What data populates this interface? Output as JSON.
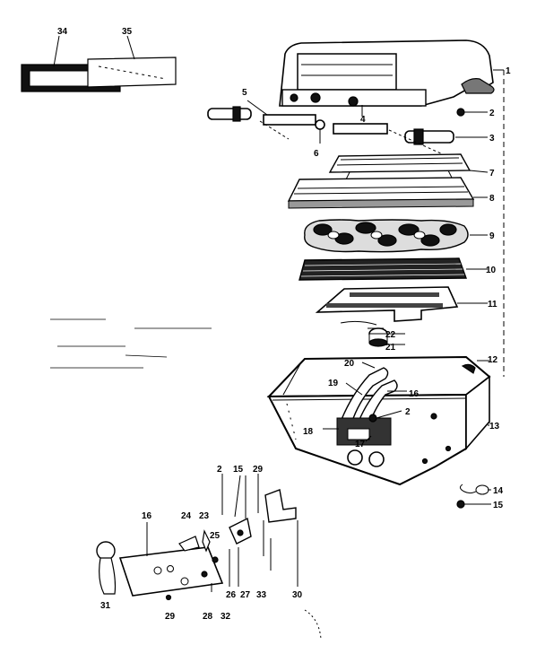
{
  "callouts": {
    "c1": "1",
    "c2a": "2",
    "c3": "3",
    "c4": "4",
    "c5": "5",
    "c6": "6",
    "c7": "7",
    "c8": "8",
    "c9": "9",
    "c10": "10",
    "c11": "11",
    "c12": "12",
    "c13": "13",
    "c14": "14",
    "c15a": "15",
    "c16a": "16",
    "c17": "17",
    "c18": "18",
    "c19": "19",
    "c20": "20",
    "c21": "21",
    "c22": "22",
    "c2b": "2",
    "c34": "34",
    "c35": "35",
    "c2c": "2",
    "c15b": "15",
    "c29a": "29",
    "c16b": "16",
    "c24": "24",
    "c23": "23",
    "c25": "25",
    "c26": "26",
    "c27": "27",
    "c33": "33",
    "c30": "30",
    "c31": "31",
    "c29b": "29",
    "c28": "28",
    "c32": "32"
  }
}
